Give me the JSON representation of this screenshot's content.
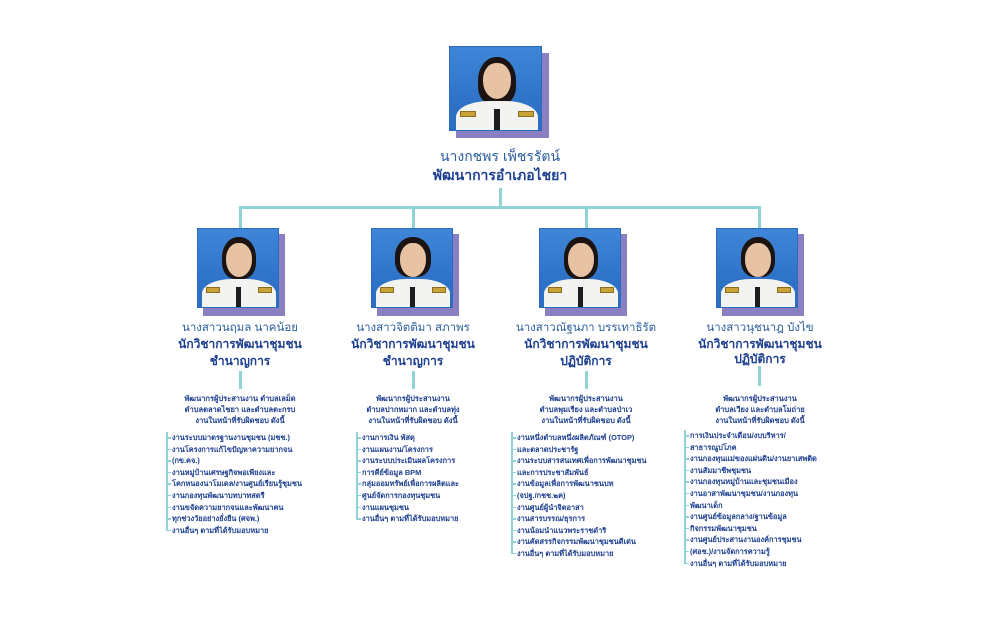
{
  "head": {
    "name": "นางกชพร  เพ็ชรรัตน์",
    "position": "พัฒนาการอำเภอไชยา"
  },
  "staff": [
    {
      "name": "นางสาวนฤมล  นาคน้อย",
      "position_line1": "นักวิชาการพัฒนาชุมชน",
      "position_line2": "ชำนาญการ",
      "duty_head": [
        "พัฒนากรผู้ประสานงาน ตำบลเลม็ด",
        "ตำบลตลาดไชยา และตำบลตะกรบ",
        "งานในหน้าที่รับผิดชอบ ดังนี้"
      ],
      "duties": [
        "งานระบบมาตรฐานงานชุมชน (มชช.)",
        "งานโครงการแก้ไขปัญหาความยากจน",
        "(กข.คจ.)",
        "งานหมู่บ้านเศรษฐกิจพอเพียงและ",
        "โคกหนองนาโมเดล/งานศูนย์เรียนรู้ชุมชน",
        "งานกองทุนพัฒนาบทบาทสตรี",
        "งานขจัดความยากจนและพัฒนาคน",
        "ทุกช่วงวัยอย่างยั่งยืน (ศจพ.)",
        "งานอื่นๆ ตามที่ได้รับมอบหมาย"
      ]
    },
    {
      "name": "นางสาวจิตติมา  สภาพร",
      "position_line1": "นักวิชาการพัฒนาชุมชน",
      "position_line2": "ชำนาญการ",
      "duty_head": [
        "พัฒนากรผู้ประสานงาน",
        "ตำบลปากหมาก และตำบลทุ่ง",
        "งานในหน้าที่รับผิดชอบ ดังนี้"
      ],
      "duties": [
        "งานการเงิน พัสดุ",
        "งานแผนงาน/โครงการ",
        "งานระบบประเมินผลโครงการ",
        "การคีย์ข้อมูล BPM",
        "กลุ่มออมทรัพย์เพื่อการผลิตและ",
        "ศูนย์จัดการกองทุนชุมชน",
        "งานแผนชุมชน",
        "งานอื่นๆ ตามที่ได้รับมอบหมาย"
      ]
    },
    {
      "name": "นางสาวณัฐนภา  บรรเทาธิรัต",
      "position_line1": "นักวิชาการพัฒนาชุมชน",
      "position_line2": "ปฏิบัติการ",
      "duty_head": [
        "พัฒนากรผู้ประสานงาน",
        "ตำบลพุมเรียง และตำบลป่าเว",
        "งานในหน้าที่รับผิดชอบ ดังนี้"
      ],
      "duties": [
        "งานหนึ่งตำบลหนึ่งผลิตภัณฑ์ (OTOP)",
        "และตลาดประชารัฐ",
        "งานระบบสารสนเทศเพื่อการพัฒนาชุมชน",
        "และการประชาสัมพันธ์",
        "งานข้อมูลเพื่อการพัฒนาชนบท",
        "(จปฐ./กชช.๒ค)",
        "งานศูนย์ผู้นำจิตอาสา",
        "งานสารบรรณ/ธุรการ",
        "งานน้อมนำแนวพระราชดำริ",
        "งานคัดสรรกิจกรรมพัฒนาชุมชนดีเด่น",
        "งานอื่นๆ ตามที่ได้รับมอบหมาย"
      ]
    },
    {
      "name": "นางสาวนุชนาฎ  บังไข",
      "position_line1": "นักวิชาการพัฒนาชุมชน",
      "position_line2": "ปฏิบัติการ",
      "duty_head": [
        "พัฒนากรผู้ประสานงาน",
        "ตำบลเวียง และตำบลโมถ่าย",
        "งานในหน้าที่รับผิดชอบ ดังนี้"
      ],
      "duties": [
        "การเงินประจำเดือน/งบบริหาร/",
        "สาธารณูปโภค",
        "งานกองทุนแม่ของแผ่นดิน/งานยาเสพติด",
        "งานสัมมาชีพชุมชน",
        "งานกองทุนหมู่บ้านและชุมชนเมือง",
        "งานอาสาพัฒนาชุมชน/งานกองทุน",
        "พัฒนาเด็ก",
        "งานศูนย์ข้อมูลกลาง/ฐานข้อมูล",
        "กิจกรรมพัฒนาชุมชน",
        "งานศูนย์ประสานงานองค์การชุมชน",
        "(ศอช.)/งานจัดการความรู้",
        "งานอื่นๆ ตามที่ได้รับมอบหมาย"
      ]
    }
  ]
}
